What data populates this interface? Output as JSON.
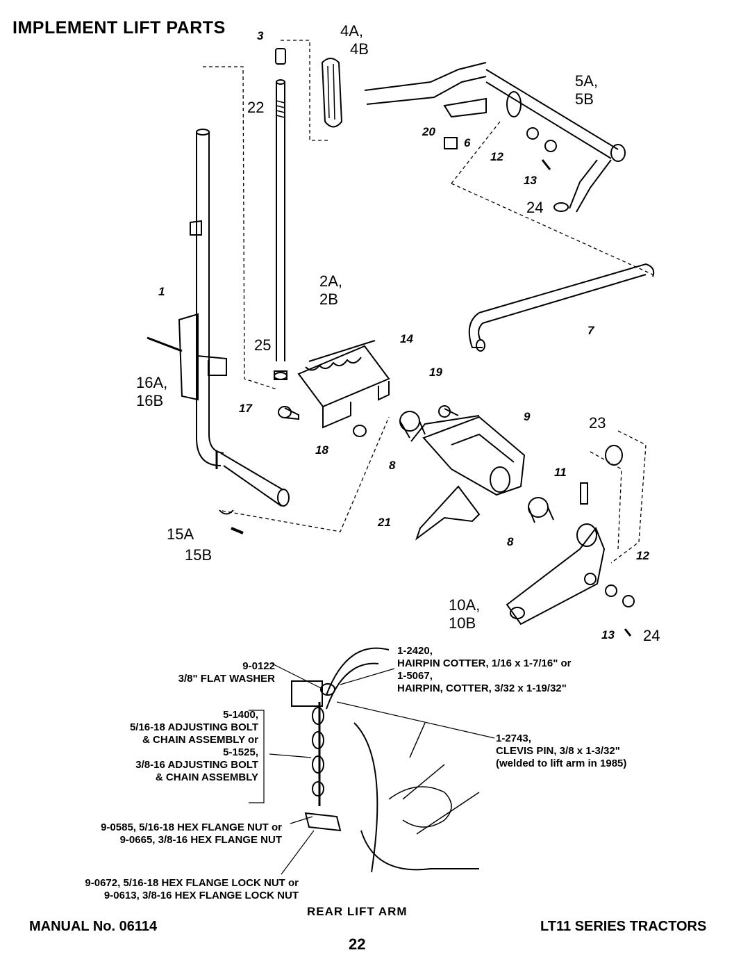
{
  "title": "IMPLEMENT LIFT PARTS",
  "callouts": {
    "c3": "3",
    "c4": "4A,",
    "c4b": "4B",
    "c5": "5A,",
    "c5b": "5B",
    "c22": "22",
    "c20": "20",
    "c6": "6",
    "c12a": "12",
    "c13a": "13",
    "c24a": "24",
    "c1": "1",
    "c2": "2A,",
    "c2b": "2B",
    "c7": "7",
    "c14": "14",
    "c25": "25",
    "c16": "16A,",
    "c16b": "16B",
    "c19": "19",
    "c17": "17",
    "c9": "9",
    "c23": "23",
    "c18": "18",
    "c8a": "8",
    "c11": "11",
    "c21": "21",
    "c8b": "8",
    "c15a": "15A",
    "c15b": "15B",
    "c12b": "12",
    "c10": "10A,",
    "c10b": "10B",
    "c13b": "13",
    "c24b": "24"
  },
  "rear_lift": {
    "section_label": "REAR LIFT ARM",
    "washer": [
      "9-0122",
      "3/8\" FLAT WASHER"
    ],
    "cotter": [
      "1-2420,",
      "HAIRPIN COTTER, 1/16 x 1-7/16\" or",
      "1-5067,",
      "HAIRPIN, COTTER, 3/32 x 1-19/32\""
    ],
    "bolt": [
      "5-1400,",
      "5/16-18 ADJUSTING BOLT",
      "& CHAIN ASSEMBLY or",
      "5-1525,",
      "3/8-16 ADJUSTING BOLT",
      "& CHAIN ASSEMBLY"
    ],
    "clevis": [
      "1-2743,",
      "CLEVIS PIN, 3/8 x 1-3/32\"",
      "(welded to lift arm in 1985)"
    ],
    "hexnut": [
      "9-0585, 5/16-18 HEX FLANGE NUT or",
      "9-0665, 3/8-16 HEX FLANGE NUT"
    ],
    "locknut": [
      "9-0672, 5/16-18 HEX FLANGE LOCK NUT or",
      "9-0613, 3/8-16 HEX FLANGE LOCK NUT"
    ]
  },
  "footer": {
    "manual": "MANUAL No. 06114",
    "page": "22",
    "series": "LT11 SERIES TRACTORS"
  }
}
